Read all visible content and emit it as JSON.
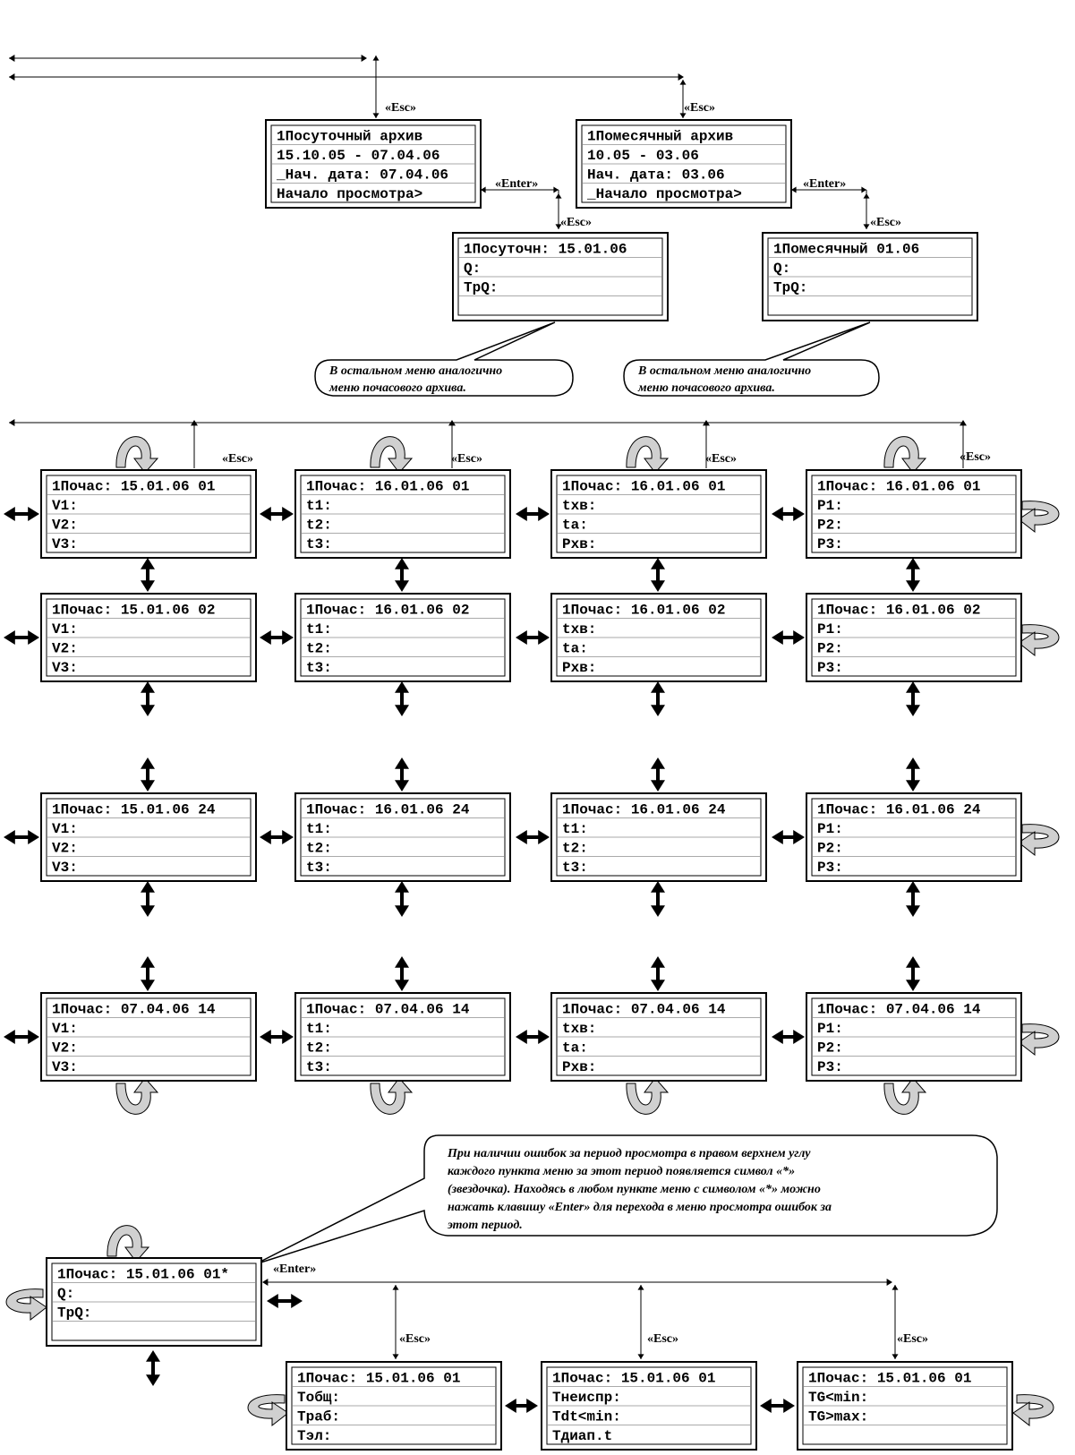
{
  "keys": {
    "esc": "«Esc»",
    "enter": "«Enter»"
  },
  "archives": {
    "daily": {
      "lines": [
        "1Посуточный архив",
        " 15.10.05 - 07.04.06",
        "_Нач. дата: 07.04.06",
        " Начало просмотра>"
      ],
      "view": [
        "1Посуточн: 15.01.06",
        " Q:",
        " TpQ:",
        ""
      ]
    },
    "monthly": {
      "lines": [
        "1Помесячный архив",
        "    10.05 - 03.06",
        " Нач. дата:     03.06",
        "_Начало просмотра>"
      ],
      "view": [
        "1Помесячный   01.06",
        " Q:",
        " TpQ:",
        ""
      ]
    }
  },
  "notes": {
    "same_menu": [
      "В остальном меню аналогично",
      "меню почасового архива."
    ],
    "errors": [
      "При наличии ошибок за период просмотра в правом верхнем углу",
      "каждого пункта меню за этот период появляется символ «*»",
      "(звездочка). Находясь в любом пункте меню с символом «*» можно",
      "нажать клавишу «Enter» для перехода в меню просмотра ошибок за",
      "этот период."
    ]
  },
  "hourly_grid": [
    [
      [
        "1Почас: 15.01.06 01",
        " V1:",
        " V2:",
        " V3:"
      ],
      [
        "1Почас: 16.01.06 01",
        " t1:",
        " t2:",
        " t3:"
      ],
      [
        "1Почас: 16.01.06 01",
        " tхв:",
        " ta:",
        " Pхв:"
      ],
      [
        "1Почас: 16.01.06 01",
        " P1:",
        " P2:",
        " P3:"
      ]
    ],
    [
      [
        "1Почас: 15.01.06 02",
        " V1:",
        " V2:",
        " V3:"
      ],
      [
        "1Почас: 16.01.06 02",
        " t1:",
        " t2:",
        " t3:"
      ],
      [
        "1Почас: 16.01.06 02",
        " tхв:",
        " ta:",
        " Pхв:"
      ],
      [
        "1Почас: 16.01.06 02",
        " P1:",
        " P2:",
        " P3:"
      ]
    ],
    [
      [
        "1Почас: 15.01.06 24",
        " V1:",
        " V2:",
        " V3:"
      ],
      [
        "1Почас: 16.01.06 24",
        " t1:",
        " t2:",
        " t3:"
      ],
      [
        "1Почас: 16.01.06 24",
        " t1:",
        " t2:",
        " t3:"
      ],
      [
        "1Почас: 16.01.06 24",
        " P1:",
        " P2:",
        " P3:"
      ]
    ],
    [
      [
        "1Почас: 07.04.06 14",
        " V1:",
        " V2:",
        " V3:"
      ],
      [
        "1Почас: 07.04.06 14",
        " t1:",
        " t2:",
        " t3:"
      ],
      [
        "1Почас: 07.04.06 14",
        " tхв:",
        " ta:",
        " Pхв:"
      ],
      [
        "1Почас: 07.04.06 14",
        " P1:",
        " P2:",
        " P3:"
      ]
    ]
  ],
  "error_menu": {
    "main": [
      "1Почас: 15.01.06 01*",
      " Q:",
      " TpQ:",
      ""
    ],
    "screens": [
      [
        "1Почас: 15.01.06 01",
        " Тобщ:",
        " Траб:",
        " Тэл:"
      ],
      [
        "1Почас: 15.01.06 01",
        " Тнеиспр:",
        " Tdt<min:",
        " Тдиап.t"
      ],
      [
        "1Почас: 15.01.06 01",
        " TG<min:",
        " TG>max:",
        ""
      ]
    ]
  }
}
